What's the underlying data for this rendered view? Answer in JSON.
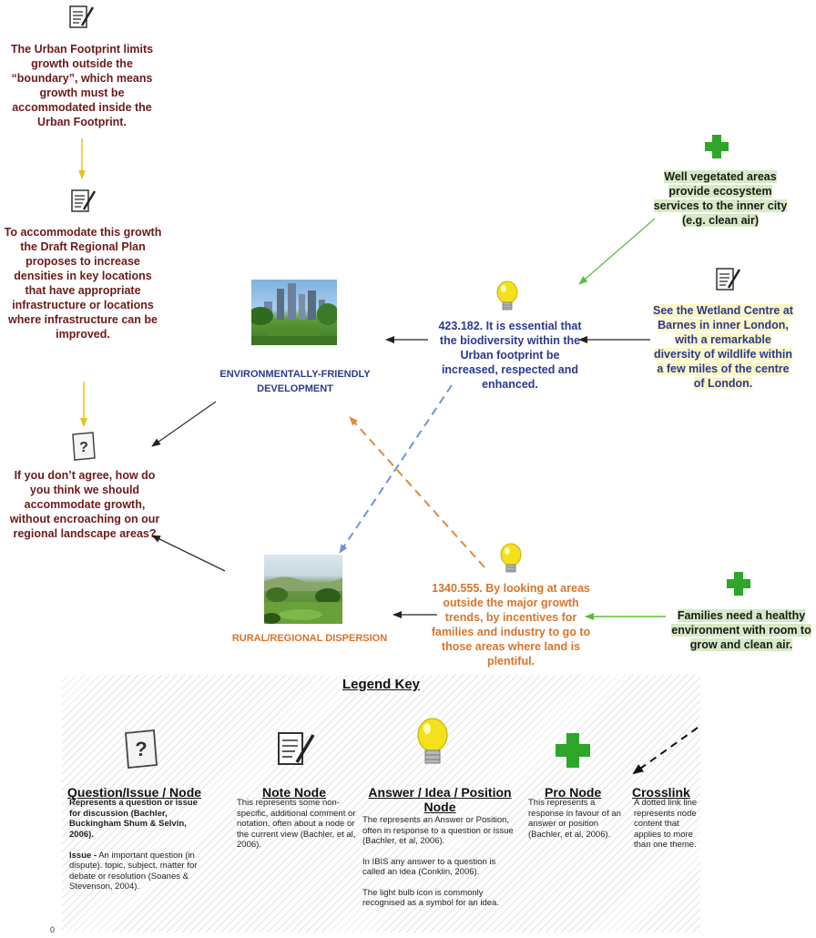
{
  "nodes": {
    "note_top": "The Urban Footprint limits growth outside the “boundary”, which means growth must be accommodated inside the Urban Footprint.",
    "note_mid": "To accommodate this growth the Draft Regional Plan proposes to increase densities in key locations that have appropriate infrastructure or locations where infrastructure can be improved.",
    "question": "If you don’t agree, how do you think we should accommodate growth, without encroaching on our regional landscape areas?",
    "env_label": "ENVIRONMENTALLY-FRIENDLY DEVELOPMENT",
    "rural_label": "RURAL/REGIONAL DISPERSION",
    "idea_1": "423.182. It is essential that the biodiversity within the Urban footprint be increased, respected and enhanced.",
    "idea_2": "1340.555. By looking at areas outside the major growth trends, by incentives for families and industry to go to those areas where land is plentiful.",
    "pro_1": "Well vegetated areas provide ecosystem services to the inner city (e.g. clean air)",
    "note_right": "See the Wetland Centre at Barnes in inner London, with a remarkable diversity of wildlife within a few miles of the centre of London.",
    "pro_2": "Families need a healthy environment with room to grow and clean air."
  },
  "legend": {
    "title": "Legend Key",
    "question_head": "Question/Issue / Node",
    "question_body_bold": "Represents a question or issue for discussion (Bachler, Buckingham Shum & Selvin, 2006).",
    "question_issue_label": "Issue -",
    "question_issue_text": " An important question (in dispute). topic, subject, matter for debate or resolution (Soanes & Stevenson, 2004).",
    "note_head": "Note Node",
    "note_body": "This represents some non-specific, additional comment or notation, often about a node or the current view (Bachler, et al, 2006).",
    "answer_head": "Answer / Idea / Position Node",
    "answer_body_1": "The represents an Answer or Position, often in response to a question or issue (Bachler, et al, 2006).",
    "answer_body_2": "In IBIS any answer to a question is called an idea (Conklin, 2006).",
    "answer_body_3": "The light bulb icon is commonly recognised as a symbol for an idea.",
    "pro_head": "Pro Node",
    "pro_body": "This represents a response in favour of an answer or position (Bachler, et al, 2006).",
    "cross_head": "Crosslink",
    "cross_body": "A dotted link line represents node content that applies to more than one theme."
  },
  "page_number": "0",
  "colors": {
    "maroon": "#6e1a1a",
    "navy": "#2b3a8c",
    "orange": "#d9742a",
    "green_highlight": "#d8e9c6",
    "yellow_highlight": "#fbf6c6",
    "arrow_yellow": "#e8c21a",
    "arrow_green": "#5cbf3a",
    "arrow_blue": "#6e95d4",
    "arrow_orange": "#e08a3a"
  },
  "icons": [
    "note-icon",
    "question-icon",
    "lightbulb-icon",
    "pro-plus-icon",
    "crosslink-icon",
    "city-photo",
    "rural-photo"
  ]
}
